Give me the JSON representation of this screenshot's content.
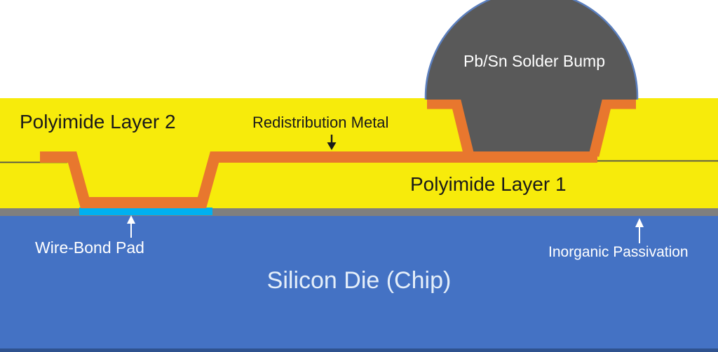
{
  "figure": {
    "type": "semiconductor-packaging-cross-section",
    "labels": {
      "polyimide_layer_2": "Polyimide Layer 2",
      "redistribution_metal": "Redistribution Metal",
      "solder_bump": "Pb/Sn Solder Bump",
      "polyimide_layer_1": "Polyimide Layer 1",
      "wire_bond_pad": "Wire-Bond Pad",
      "inorganic_passivation": "Inorganic Passivation",
      "silicon_die": "Silicon Die (Chip)"
    },
    "colors": {
      "background": "#FFFFFF",
      "polyimide": "#F7EB0B",
      "metal": "#E8772E",
      "solder": "#595959",
      "solder_outline": "#5B7FBE",
      "passivation": "#7F7F7F",
      "pad": "#00B0F0",
      "silicon": "#4472C4",
      "silicon_edge": "#2F528F",
      "layer_line": "#4D4D4D",
      "label_dark": "#1A1A1A",
      "label_light": "#FFFFFF",
      "silicon_label": "#E4EEF9"
    }
  }
}
